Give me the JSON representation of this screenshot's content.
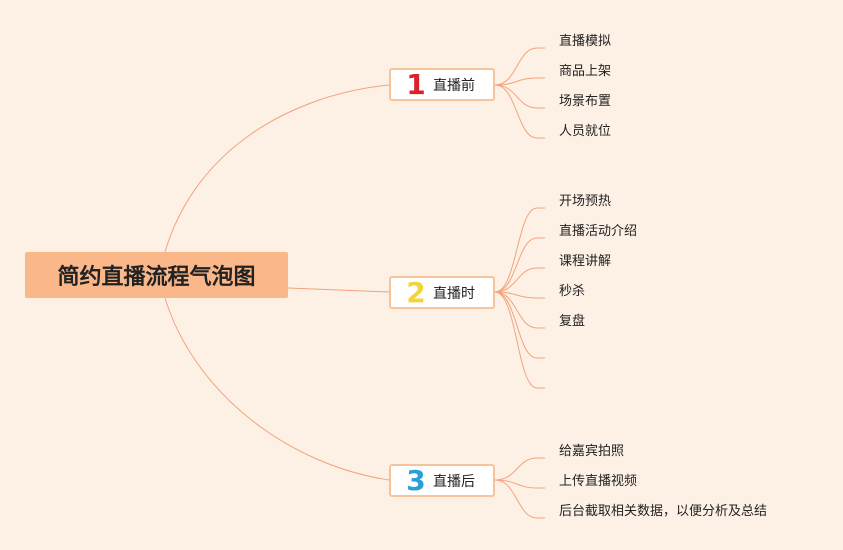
{
  "root": {
    "title": "简约直播流程气泡图"
  },
  "branches": [
    {
      "number": "1",
      "number_color": "#d9222a",
      "label": "直播前",
      "leaves": [
        "直播模拟",
        "商品上架",
        "场景布置",
        "人员就位"
      ]
    },
    {
      "number": "2",
      "number_color": "#f2d43a",
      "label": "直播时",
      "leaves": [
        "开场预热",
        "直播活动介绍",
        "课程讲解",
        "秒杀",
        "复盘",
        "",
        ""
      ]
    },
    {
      "number": "3",
      "number_color": "#2a9fd8",
      "label": "直播后",
      "leaves": [
        "给嘉宾拍照",
        "上传直播视频",
        "后台截取相关数据，以便分析及总结"
      ]
    }
  ],
  "colors": {
    "background": "#fdf1e6",
    "connector": "#f4a27c",
    "root_fill": "#f9b78a",
    "branch_border": "#f7c39a"
  }
}
